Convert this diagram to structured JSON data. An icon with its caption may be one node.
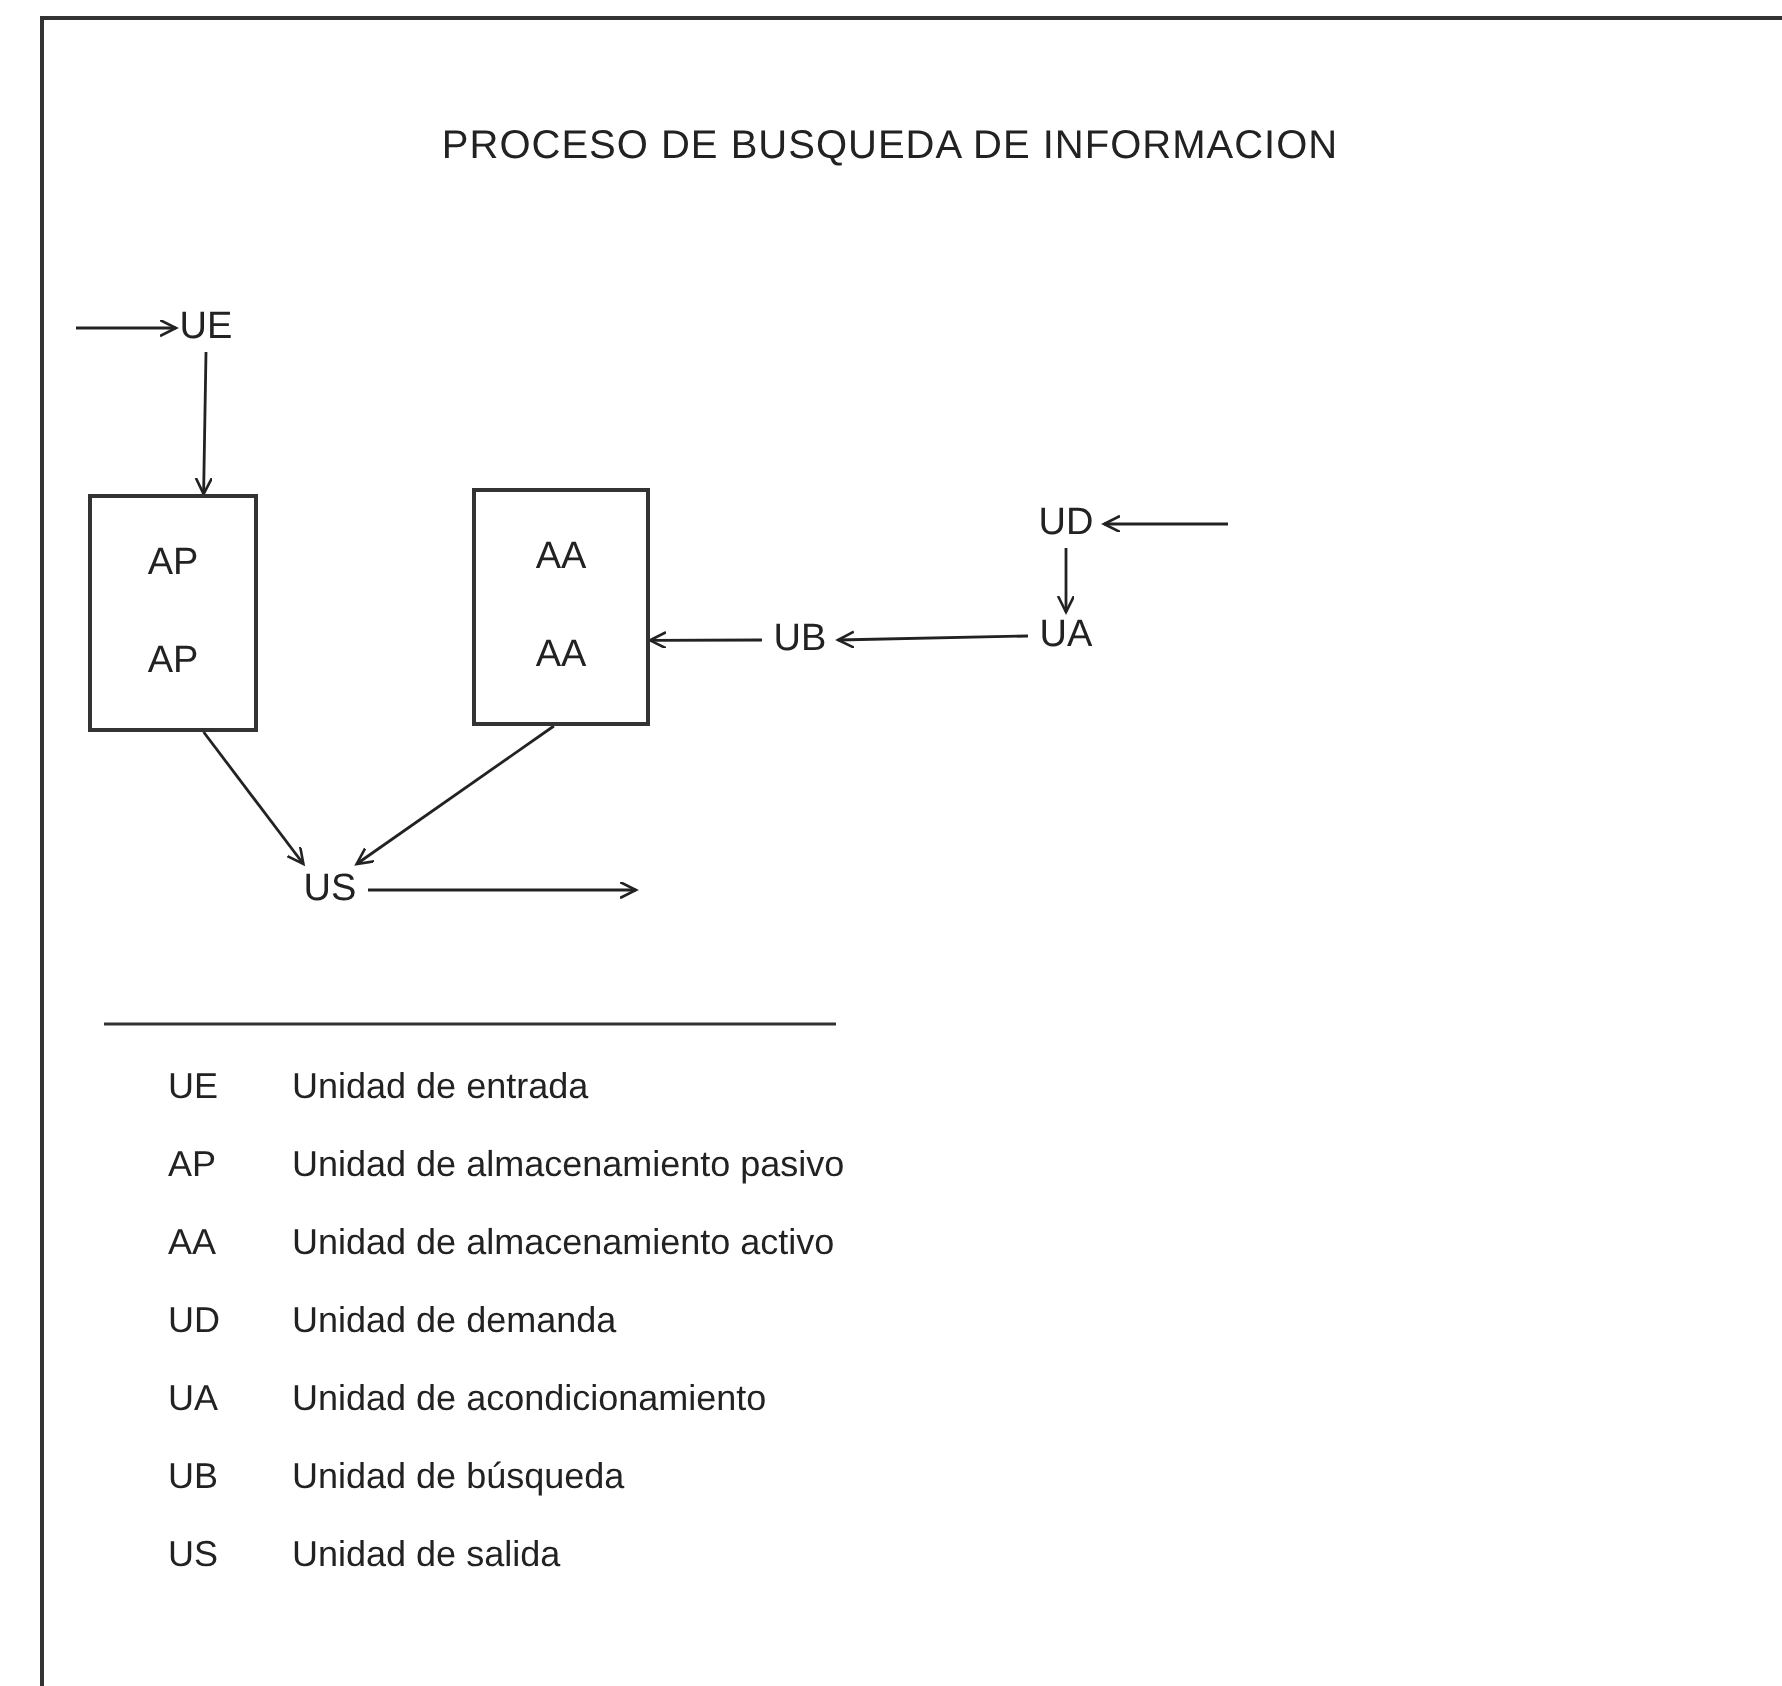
{
  "diagram": {
    "title": "PROCESO DE BUSQUEDA DE INFORMACION",
    "nodes": [
      {
        "text": [
          "UE"
        ]
      },
      {
        "text": [
          "AP",
          "AP"
        ]
      },
      {
        "text": [
          "AA",
          "AA"
        ]
      },
      {
        "text": [
          "UD"
        ]
      },
      {
        "text": [
          "UA"
        ]
      },
      {
        "text": [
          "UB"
        ]
      },
      {
        "text": [
          "US"
        ]
      }
    ],
    "edges": [
      {
        "from": null,
        "to": 0,
        "arrow": "to"
      },
      {
        "from": 0,
        "to": 1,
        "arrow": "to"
      },
      {
        "from": null,
        "to": 3,
        "arrow": "to"
      },
      {
        "from": 3,
        "to": 4,
        "arrow": "to"
      },
      {
        "from": 4,
        "to": 5,
        "arrow": "to"
      },
      {
        "from": 5,
        "to": 2,
        "arrow": "to"
      },
      {
        "from": 1,
        "to": 6,
        "arrow": "to"
      },
      {
        "from": 2,
        "to": 6,
        "arrow": "to"
      },
      {
        "from": 6,
        "to": null,
        "arrow": "to"
      }
    ],
    "labels": [
      "UE",
      "Unidad de entrada",
      "AP",
      "Unidad de almacenamiento pasivo",
      "AA",
      "Unidad de almacenamiento activo",
      "UD",
      "Unidad de demanda",
      "UA",
      "Unidad de acondicionamiento",
      "UB",
      "Unidad de búsqueda",
      "US",
      "Unidad de salida"
    ]
  }
}
